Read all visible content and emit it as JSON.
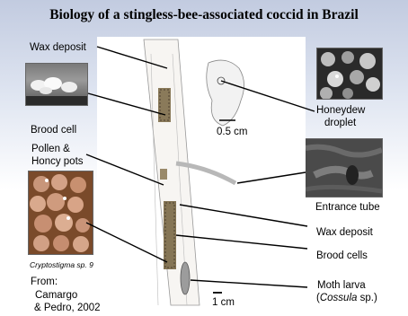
{
  "slide": {
    "title": "Biology of a stingless-bee-associated coccid in Brazil",
    "labels": {
      "wax_top": "Wax deposit",
      "brood_cell": "Brood cell",
      "pollen_1": "Pollen &",
      "pollen_2": "Honcy pots",
      "species": "Cryptostigma sp. 9",
      "source_1": "From:",
      "source_2": "Camargo",
      "source_3": "& Pedro, 2002",
      "honeydew_1": "Honeydew",
      "honeydew_2": "droplet",
      "scale_top": "0.5 cm",
      "entrance": "Entrance tube",
      "wax_mid": "Wax deposit",
      "brood_cells": "Brood cells",
      "moth_1": "Moth larva",
      "moth_2_open": "(",
      "moth_2_genus": "Cossula",
      "moth_2_close": " sp.)",
      "scale_bottom": "1 cm"
    }
  },
  "colors": {
    "accent": "#000000",
    "background_top": "#c2cbe0",
    "panel": "#ffffff"
  }
}
